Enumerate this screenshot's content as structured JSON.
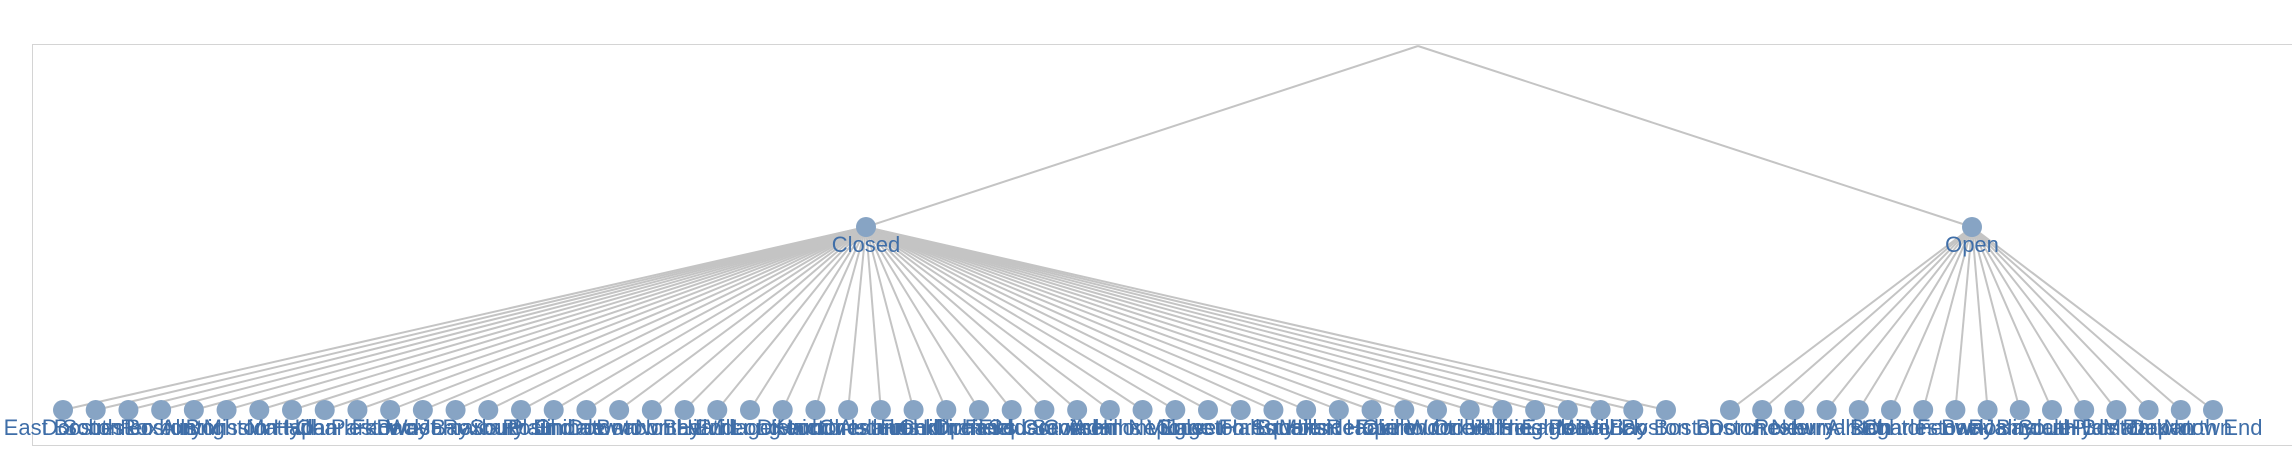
{
  "tree": {
    "children": [
      {
        "label": "Closed",
        "children": [
          "East Boston",
          "Dorchester",
          "South Boston",
          "Roxbury",
          "Allston",
          "Brighton",
          "Mission Hill",
          "Mattapan",
          "Hyde Park",
          "Charlestown",
          "Fenway",
          "Back Bay",
          "West Roxbury",
          "Jamaica Plain",
          "South End",
          "Roslindale",
          "Chinatown",
          "Downtown",
          "Beacon Hill",
          "North End",
          "Bay Village",
          "Leather District",
          "Longwood",
          "Kenmore",
          "Harbor Islands",
          "Chestnut Hill",
          "Audubon Circle",
          "Franklin Field",
          "Codman Square",
          "Uphams Corner",
          "Fields Corner",
          "Savin Hill",
          "Ashmont",
          "Adams Village",
          "Neponset",
          "Grove Hall",
          "Egleston Square",
          "Forest Hills",
          "Brookside",
          "Mount Hope",
          "Readville",
          "Fairmount",
          "Clarendon Hills",
          "Woodbourne",
          "Orient Heights",
          "Jeffries Point",
          "Eagle Hill",
          "Maverick",
          "Bay Boston",
          "Bay Boston"
        ]
      },
      {
        "label": "Open",
        "children": [
          "Boston",
          "Dorchester",
          "Roxbury",
          "Newmarket",
          "Allston",
          "Brighton",
          "Charlestown",
          "Fenway",
          "Back Bay",
          "Roslindale",
          "Jamaica Plain",
          "South Boston",
          "Hyde Park",
          "Mattapan",
          "Downtown",
          "North End"
        ]
      }
    ]
  }
}
